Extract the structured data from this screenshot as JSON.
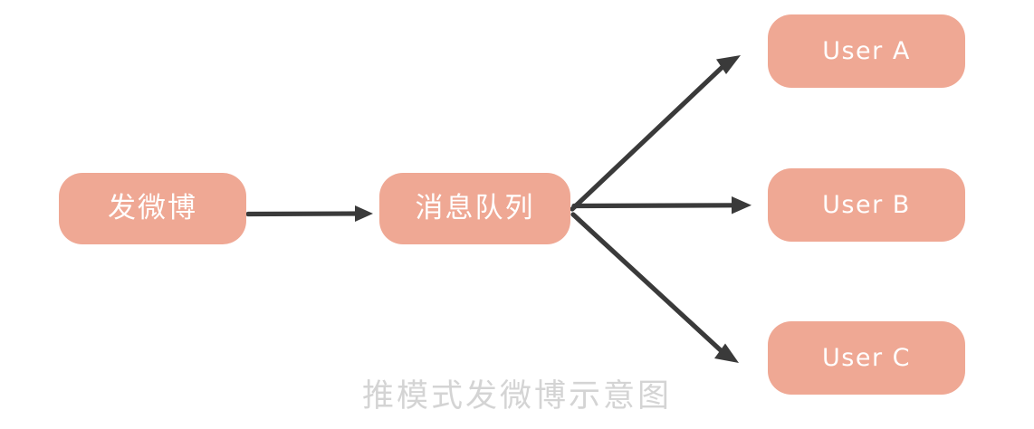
{
  "diagram": {
    "type": "flow-diagram",
    "caption": "推模式发微博示意图",
    "caption_color": "#d4d4d4",
    "background_color": "#ffffff",
    "node_fill_color": "#efa894",
    "node_text_color": "#ffffff",
    "arrow_color": "#3a3a3a",
    "nodes": [
      {
        "id": "publish",
        "label": "发微博",
        "script": "cjk"
      },
      {
        "id": "queue",
        "label": "消息队列",
        "script": "cjk"
      },
      {
        "id": "user_a",
        "label": "User A",
        "script": "latin"
      },
      {
        "id": "user_b",
        "label": "User B",
        "script": "latin"
      },
      {
        "id": "user_c",
        "label": "User C",
        "script": "latin"
      }
    ],
    "edges": [
      {
        "id": "publish-to-queue",
        "from": "publish",
        "to": "queue",
        "style": "straight-arrow"
      },
      {
        "id": "queue-to-user-a",
        "from": "queue",
        "to": "user_a",
        "style": "straight-arrow"
      },
      {
        "id": "queue-to-user-b",
        "from": "queue",
        "to": "user_b",
        "style": "straight-arrow"
      },
      {
        "id": "queue-to-user-c",
        "from": "queue",
        "to": "user_c",
        "style": "straight-arrow"
      }
    ]
  }
}
